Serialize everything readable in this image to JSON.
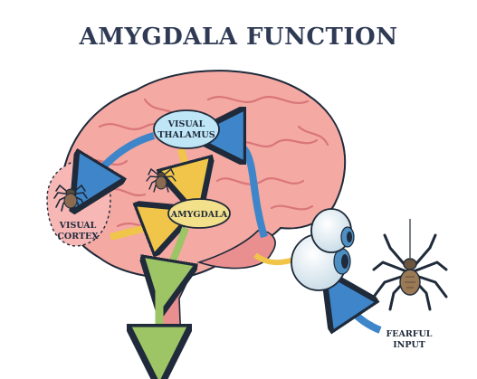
{
  "title": "AMYGDALA FUNCTION",
  "labels": {
    "visual_thalamus": [
      "VISUAL",
      "THALAMUS"
    ],
    "visual_cortex": [
      "VISUAL",
      "CORTEX"
    ],
    "amygdala": "AMYGDALA",
    "fearful_input": [
      "FEARFUL",
      "INPUT"
    ]
  },
  "colors": {
    "brain": "#f4a9a3",
    "brain_fold": "#d9767a",
    "thalamus_fill": "#bfe6f7",
    "amygdala_fill": "#f3e08a",
    "blue_arrow": "#3e86c9",
    "yellow_arrow": "#f0c54a",
    "green_arrow": "#9dc566",
    "title": "#2f3b55"
  },
  "icons": [
    "spider-icon",
    "eye-icon"
  ]
}
